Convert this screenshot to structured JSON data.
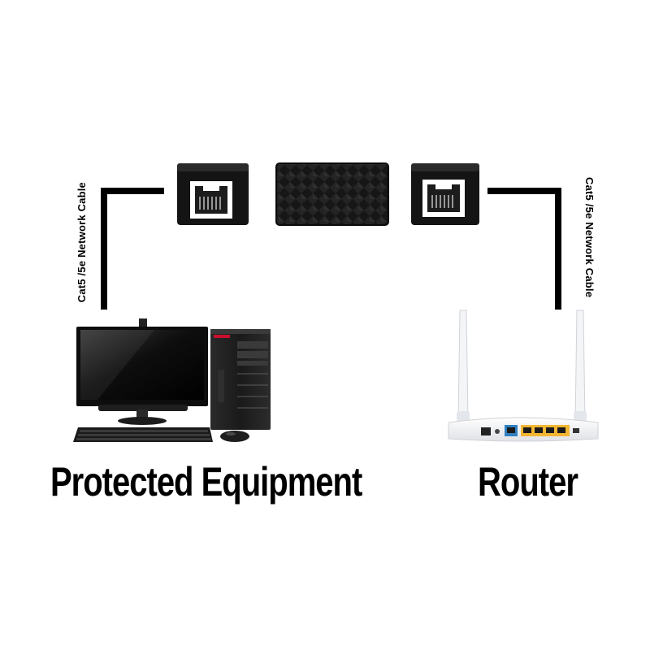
{
  "labels": {
    "left_cable": "Cat5 /5e Network Cable",
    "right_cable": "Cat5 /5e Network Cable",
    "left_device": "Protected Equipment",
    "right_device": "Router"
  },
  "colors": {
    "cable": "#000000",
    "device_body": "#141414",
    "port_yellow": "#f2b632",
    "port_blue": "#2f7fc1",
    "router_body": "#f1f2f4"
  },
  "icons": {
    "connector_left": "rj45-coupler-icon",
    "protector": "surge-protector-icon",
    "connector_right": "rj45-coupler-icon",
    "computer": "desktop-computer-icon",
    "router": "wifi-router-icon"
  }
}
